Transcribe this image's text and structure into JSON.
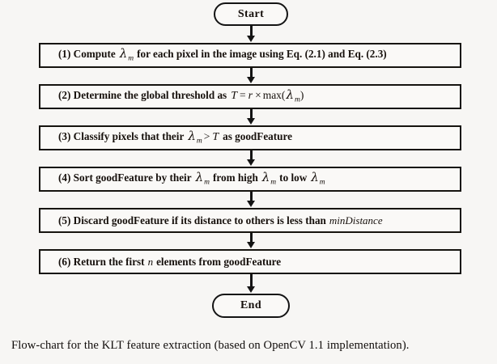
{
  "figure": {
    "type": "flowchart",
    "background_color": "#f7f6f4",
    "line_color": "#141414",
    "caption": "Flow-chart for the KLT feature extraction (based on OpenCV 1.1 implementation)."
  },
  "nodes": {
    "start_label": "Start",
    "end_label": "End"
  },
  "steps": [
    {
      "id": "step-1",
      "number": "(1)",
      "parts": [
        {
          "t": "text",
          "v": "(1) Compute"
        },
        {
          "t": "lambda_m"
        },
        {
          "t": "text",
          "v": "for each pixel in the image using Eq. (2.1) and Eq. (2.3)"
        }
      ],
      "plain": "(1) Compute λ_m for each pixel in the image using Eq. (2.1) and Eq. (2.3)"
    },
    {
      "id": "step-2",
      "number": "(2)",
      "plain": "(2) Determine the global threshold as T = r × max(λ_m)"
    },
    {
      "id": "step-3",
      "number": "(3)",
      "plain": "(3) Classify pixels that their λ_m > T as goodFeature"
    },
    {
      "id": "step-4",
      "number": "(4)",
      "plain": "(4) Sort goodFeature by their λ_m from high λ_m to low λ_m"
    },
    {
      "id": "step-5",
      "number": "(5)",
      "plain": "(5) Discard goodFeature if its distance to others is less than minDistance"
    },
    {
      "id": "step-6",
      "number": "(6)",
      "plain": "(6) Return the first n elements from goodFeature"
    }
  ],
  "text_fragments": {
    "s1_a": "(1) Compute",
    "s1_b": "for each pixel in the image using Eq. (2.1) and Eq. (2.3)",
    "s2_a": "(2) Determine  the global threshold as",
    "s2_T": "T",
    "s2_eq": "=",
    "s2_r": "r",
    "s2_times": "×",
    "s2_max": "max(",
    "s2_close": ")",
    "s3_a": "(3) Classify pixels that their",
    "s3_gt": ">",
    "s3_T": "T",
    "s3_b": "as goodFeature",
    "s4_a": "(4) Sort goodFeature by their",
    "s4_b": "from high",
    "s4_c": "to low",
    "s5_a": "(5) Discard goodFeature if its distance to others is less than",
    "s5_b": "minDistance",
    "s6_a": "(6) Return the first",
    "s6_n": "n",
    "s6_b": "elements from goodFeature",
    "lambda": "λ",
    "sub_m": "m"
  }
}
